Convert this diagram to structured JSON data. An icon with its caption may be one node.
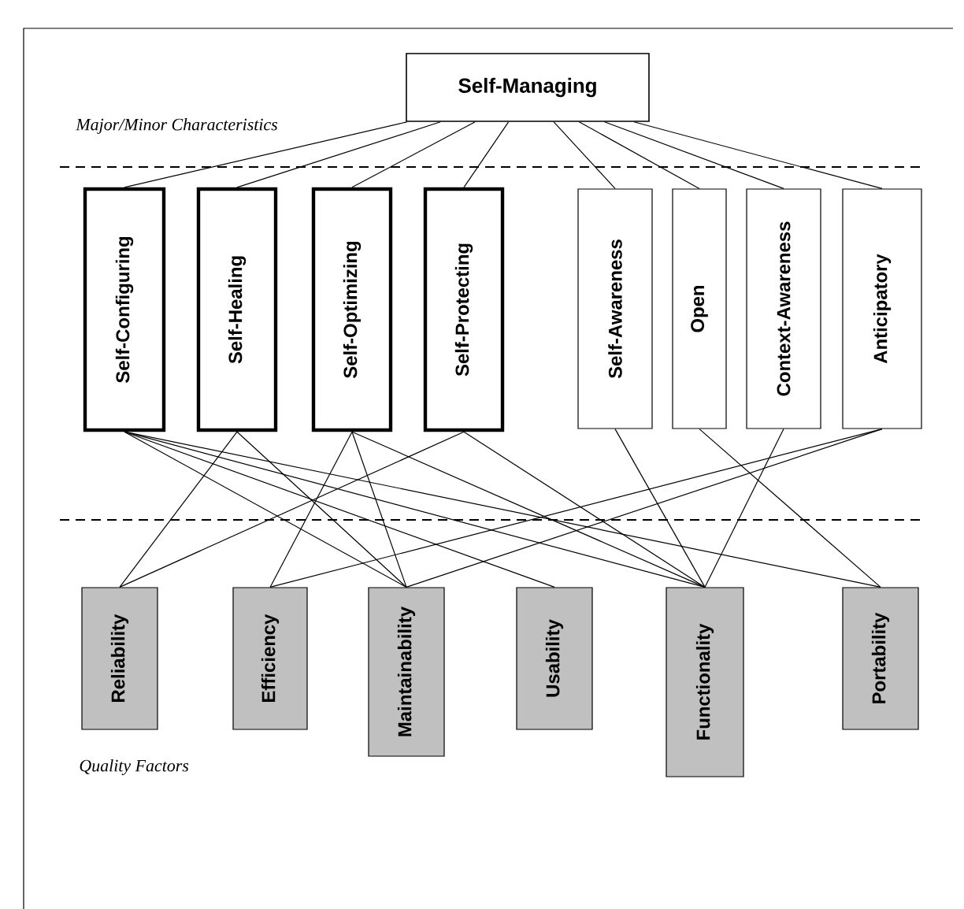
{
  "diagram": {
    "nodes": [
      {
        "text": [
          "Self-Managing"
        ]
      },
      {
        "text": [
          "Self-Configuring"
        ]
      },
      {
        "text": [
          "Self-Healing"
        ]
      },
      {
        "text": [
          "Self-Optimizing"
        ]
      },
      {
        "text": [
          "Self-Protecting"
        ]
      },
      {
        "text": [
          "Self-Awareness"
        ]
      },
      {
        "text": [
          "Open"
        ]
      },
      {
        "text": [
          "Context-Awareness"
        ]
      },
      {
        "text": [
          "Anticipatory"
        ]
      },
      {
        "text": [
          "Reliability"
        ]
      },
      {
        "text": [
          "Efficiency"
        ]
      },
      {
        "text": [
          "Maintainability"
        ]
      },
      {
        "text": [
          "Usability"
        ]
      },
      {
        "text": [
          "Functionality"
        ]
      },
      {
        "text": [
          "Portability"
        ]
      }
    ],
    "edges": [
      {
        "from": 0,
        "to": 1,
        "arrow": "none"
      },
      {
        "from": 0,
        "to": 2,
        "arrow": "none"
      },
      {
        "from": 0,
        "to": 3,
        "arrow": "none"
      },
      {
        "from": 0,
        "to": 4,
        "arrow": "none"
      },
      {
        "from": 0,
        "to": 5,
        "arrow": "none"
      },
      {
        "from": 0,
        "to": 6,
        "arrow": "none"
      },
      {
        "from": 0,
        "to": 7,
        "arrow": "none"
      },
      {
        "from": 0,
        "to": 8,
        "arrow": "none"
      },
      {
        "from": 1,
        "to": 11,
        "arrow": "none"
      },
      {
        "from": 1,
        "to": 12,
        "arrow": "none"
      },
      {
        "from": 1,
        "to": 13,
        "arrow": "none"
      },
      {
        "from": 1,
        "to": 14,
        "arrow": "none"
      },
      {
        "from": 2,
        "to": 9,
        "arrow": "none"
      },
      {
        "from": 2,
        "to": 11,
        "arrow": "none"
      },
      {
        "from": 3,
        "to": 10,
        "arrow": "none"
      },
      {
        "from": 3,
        "to": 11,
        "arrow": "none"
      },
      {
        "from": 3,
        "to": 13,
        "arrow": "none"
      },
      {
        "from": 4,
        "to": 9,
        "arrow": "none"
      },
      {
        "from": 4,
        "to": 13,
        "arrow": "none"
      },
      {
        "from": 5,
        "to": 13,
        "arrow": "none"
      },
      {
        "from": 6,
        "to": 14,
        "arrow": "none"
      },
      {
        "from": 7,
        "to": 13,
        "arrow": "none"
      },
      {
        "from": 8,
        "to": 10,
        "arrow": "none"
      },
      {
        "from": 8,
        "to": 11,
        "arrow": "none"
      }
    ],
    "labels": [
      "Major/Minor Characteristics",
      "Quality Factors"
    ]
  }
}
